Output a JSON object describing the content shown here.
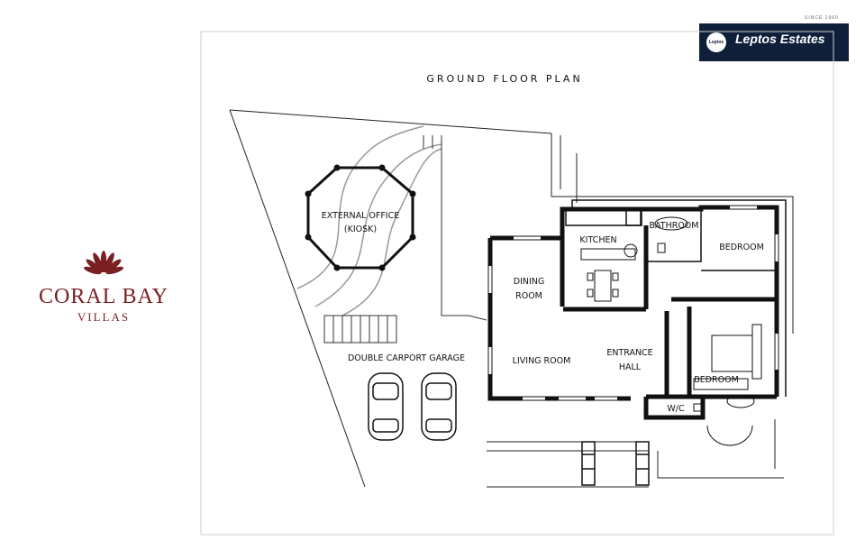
{
  "plan_title": "GROUND FLOOR PLAN",
  "brand": {
    "name": "CORAL BAY",
    "sub": "VILLAS",
    "color": "#7a1f22"
  },
  "agency": {
    "name": "Leptos Estates",
    "badge": "Leptos",
    "since": "SINCE 1960",
    "bg": "#0f1f3a"
  },
  "rooms": {
    "external_office": "EXTERNAL OFFICE",
    "kiosk": "(KIOSK)",
    "kitchen": "KITCHEN",
    "bathroom": "BATHROOM",
    "bedroom_1": "BEDROOM",
    "dining_1": "DINING",
    "dining_2": "ROOM",
    "living": "LIVING ROOM",
    "entrance_1": "ENTRANCE",
    "entrance_2": "HALL",
    "bedroom_2": "BEDROOM",
    "wc": "W/C",
    "carport": "DOUBLE CARPORT GARAGE"
  }
}
